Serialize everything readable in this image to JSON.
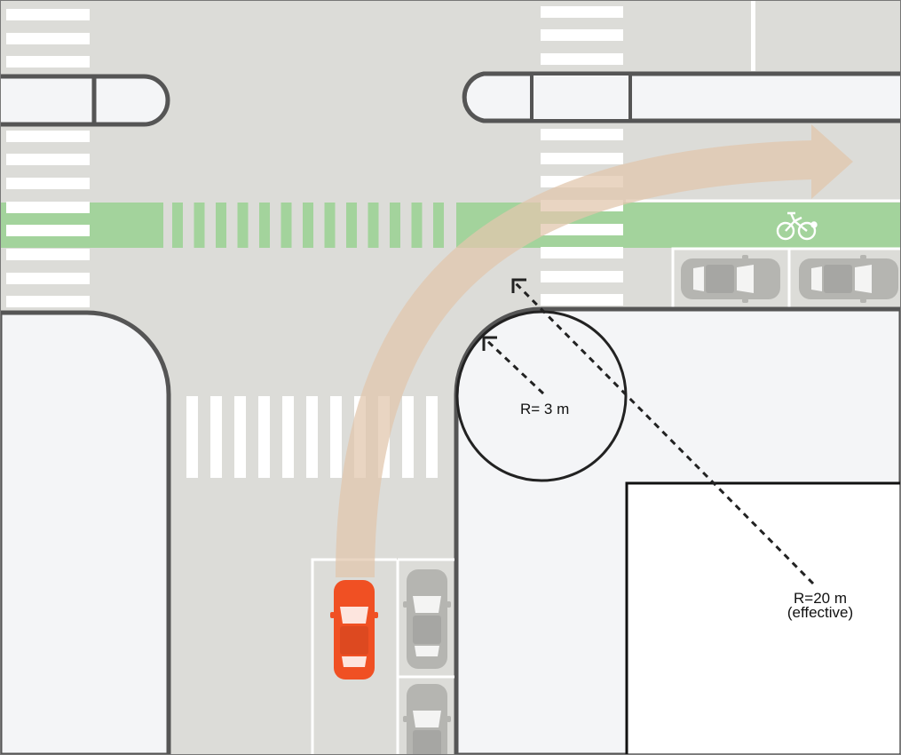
{
  "labels": {
    "small_radius": "R= 3 m",
    "effective_radius_value": "R=20 m",
    "effective_radius_note": "(effective)"
  },
  "icons": {
    "bike_lane_symbol": "bicycle-icon",
    "turn_path": "right-turn-arrow"
  },
  "colors": {
    "road": "#dcdcd8",
    "sidewalk": "#f4f5f7",
    "curb": "#555555",
    "bike_lane": "#a3d39c",
    "turn_arrow": "#e2c7ad",
    "highlight_car": "#f05023",
    "parked_car": "#b5b5b1",
    "crosswalk": "#ffffff",
    "building": "#ffffff",
    "radius_line": "#222222"
  }
}
